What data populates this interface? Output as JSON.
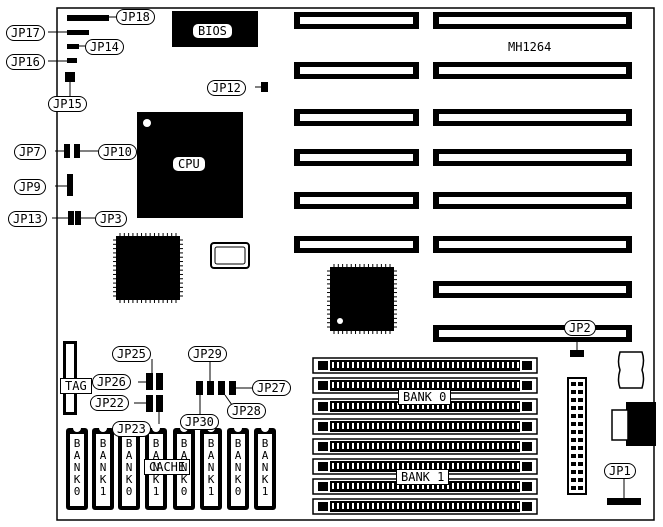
{
  "board": {
    "model": "MH1264",
    "bios_label": "BIOS",
    "cpu_label": "CPU",
    "tag_label": "TAG",
    "cache_label": "CACHE",
    "bank0_label": "BANK 0",
    "bank1_label": "BANK 1"
  },
  "jumpers": {
    "jp1": "JP1",
    "jp2": "JP2",
    "jp3": "JP3",
    "jp7": "JP7",
    "jp9": "JP9",
    "jp10": "JP10",
    "jp12": "JP12",
    "jp13": "JP13",
    "jp14": "JP14",
    "jp15": "JP15",
    "jp16": "JP16",
    "jp17": "JP17",
    "jp18": "JP18",
    "jp22": "JP22",
    "jp23": "JP23",
    "jp25": "JP25",
    "jp26": "JP26",
    "jp27": "JP27",
    "jp28": "JP28",
    "jp29": "JP29",
    "jp30": "JP30"
  },
  "cache_banks": [
    "BANK0",
    "BANK1",
    "BANK0",
    "BANK1",
    "BANK0",
    "BANK1",
    "BANK0",
    "BANK1"
  ]
}
